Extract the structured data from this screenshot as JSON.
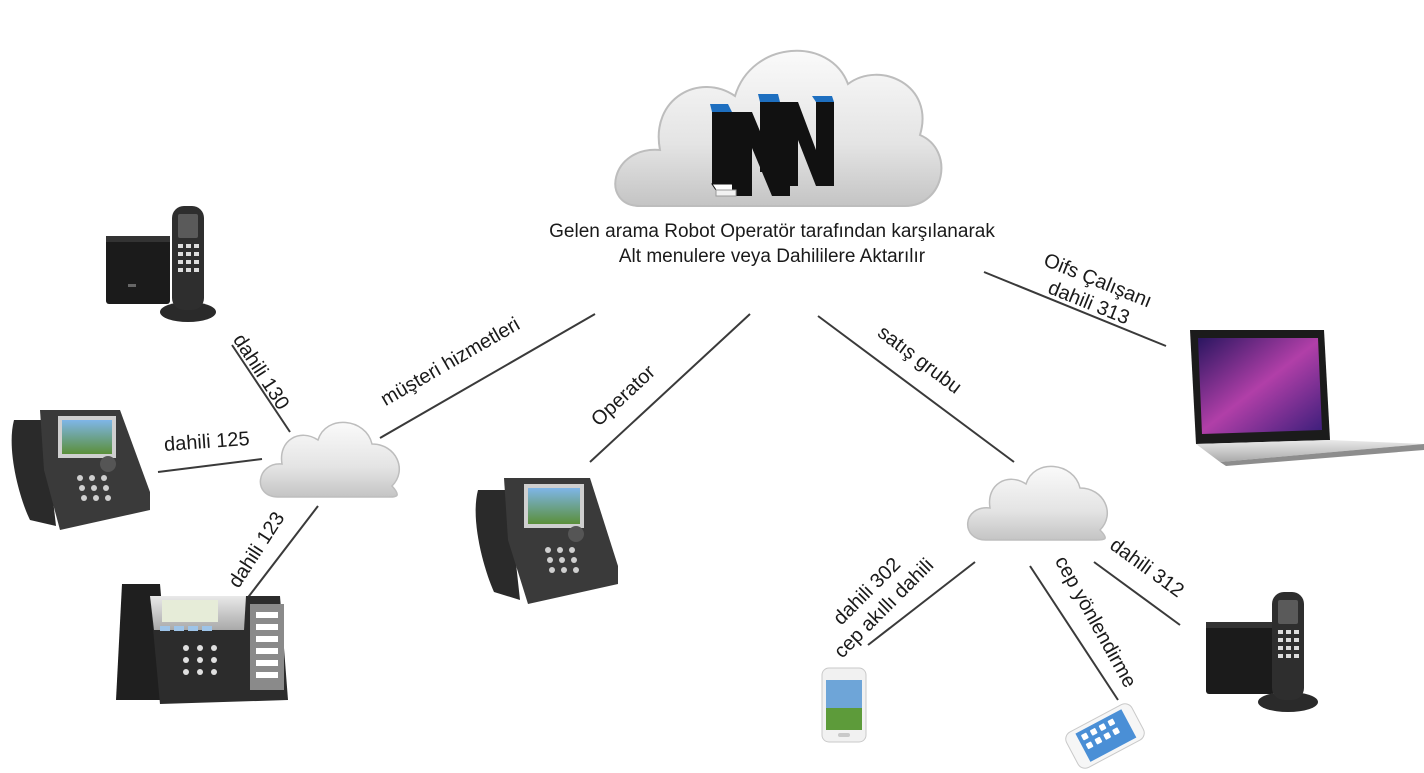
{
  "headline": {
    "line1": "Gelen arama Robot Operatör tarafından karşılanarak",
    "line2": "Alt menulere veya Dahililere Aktarılır"
  },
  "labels": {
    "dahili_130": "dahili 130",
    "dahili_125": "dahili 125",
    "dahili_123": "dahili 123",
    "musteri_hizmetleri": "müşteri hizmetleri",
    "operator": "Operator",
    "satis_grubu": "satış grubu",
    "ofis_calisani_line1": "Oifs Çalışanı",
    "ofis_calisani_line2": "dahili 313",
    "dahili_302_line1": "dahili 302",
    "dahili_302_line2": "cep akıllı dahili",
    "cep_yonlendirme": "cep yönlendirme",
    "dahili_312": "dahili 312"
  },
  "colors": {
    "logo_dark": "#111111",
    "logo_accent": "#1e6fc0",
    "line": "#3a3a3a",
    "cloud_light": "#f4f4f4",
    "cloud_dark": "#c9c9c9"
  }
}
